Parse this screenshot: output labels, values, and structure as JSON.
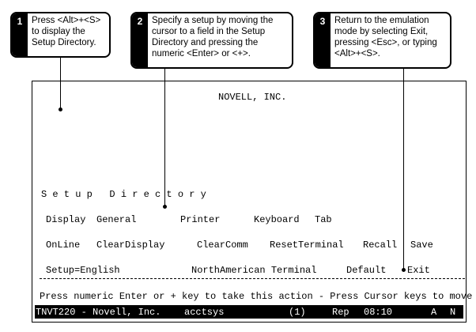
{
  "callouts": [
    {
      "number": "1",
      "text": "Press <Alt>+<S> to display the Setup Directory."
    },
    {
      "number": "2",
      "text": "Specify a setup by moving the cursor to a field in the Setup Directory and pressing the numeric <Enter> or <+>."
    },
    {
      "number": "3",
      "text": "Return to the emulation mode by selecting Exit, pressing <Esc>, or typing <Alt>+<S>."
    }
  ],
  "terminal": {
    "header": "NOVELL, INC.",
    "title": "S e t u p   D i r e c t o r y",
    "row1": [
      "Display",
      "General",
      "Printer",
      "Keyboard",
      "Tab"
    ],
    "row2": [
      "OnLine",
      "ClearDisplay",
      "ClearComm",
      "ResetTerminal",
      "Recall",
      "Save"
    ],
    "row3": [
      "Setup=English",
      "NorthAmerican Terminal",
      "Default",
      "Exit"
    ],
    "prompt": "Press numeric Enter or + key to take this action - Press Cursor keys to move",
    "status": {
      "emulator": "TNVT220 - Novell, Inc.",
      "host": "acctsys",
      "session": "(1)",
      "mode": "Rep",
      "time": "08:10",
      "flag1": "A",
      "flag2": "N"
    }
  }
}
